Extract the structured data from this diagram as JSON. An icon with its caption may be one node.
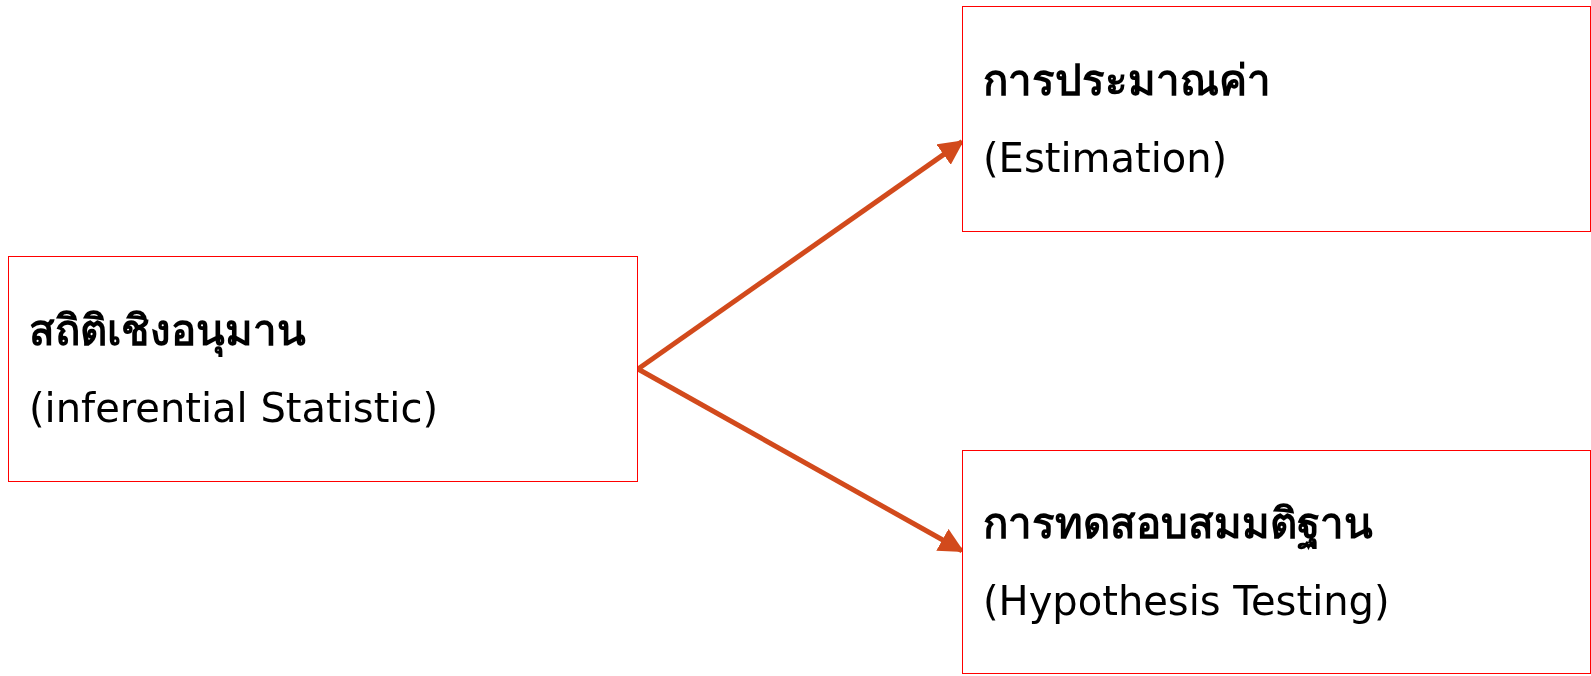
{
  "diagram": {
    "nodes": [
      {
        "text": [
          "สถิติเชิงอนุมาน",
          "(inferential Statistic)"
        ]
      },
      {
        "text": [
          "การประมาณค่า",
          "(Estimation)"
        ]
      },
      {
        "text": [
          "การทดสอบสมมติฐาน",
          "(Hypothesis Testing)"
        ]
      }
    ],
    "edges": [
      {
        "from": 0,
        "to": 1,
        "arrow": "to"
      },
      {
        "from": 0,
        "to": 2,
        "arrow": "to"
      }
    ]
  }
}
